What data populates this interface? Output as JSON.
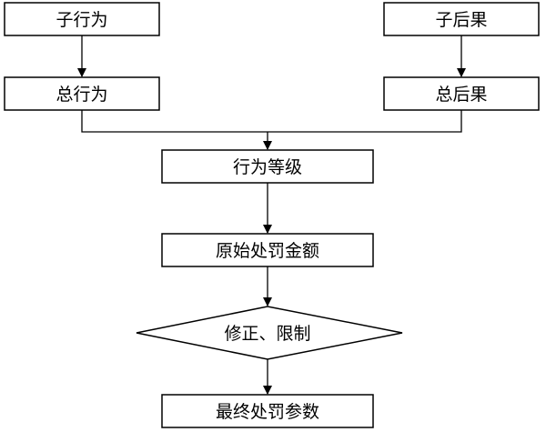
{
  "nodes": {
    "sub_behavior": "子行为",
    "sub_consequence": "子后果",
    "total_behavior": "总行为",
    "total_consequence": "总后果",
    "behavior_level": "行为等级",
    "original_penalty": "原始处罚金额",
    "correction_limit": "修正、限制",
    "final_penalty": "最终处罚参数"
  }
}
